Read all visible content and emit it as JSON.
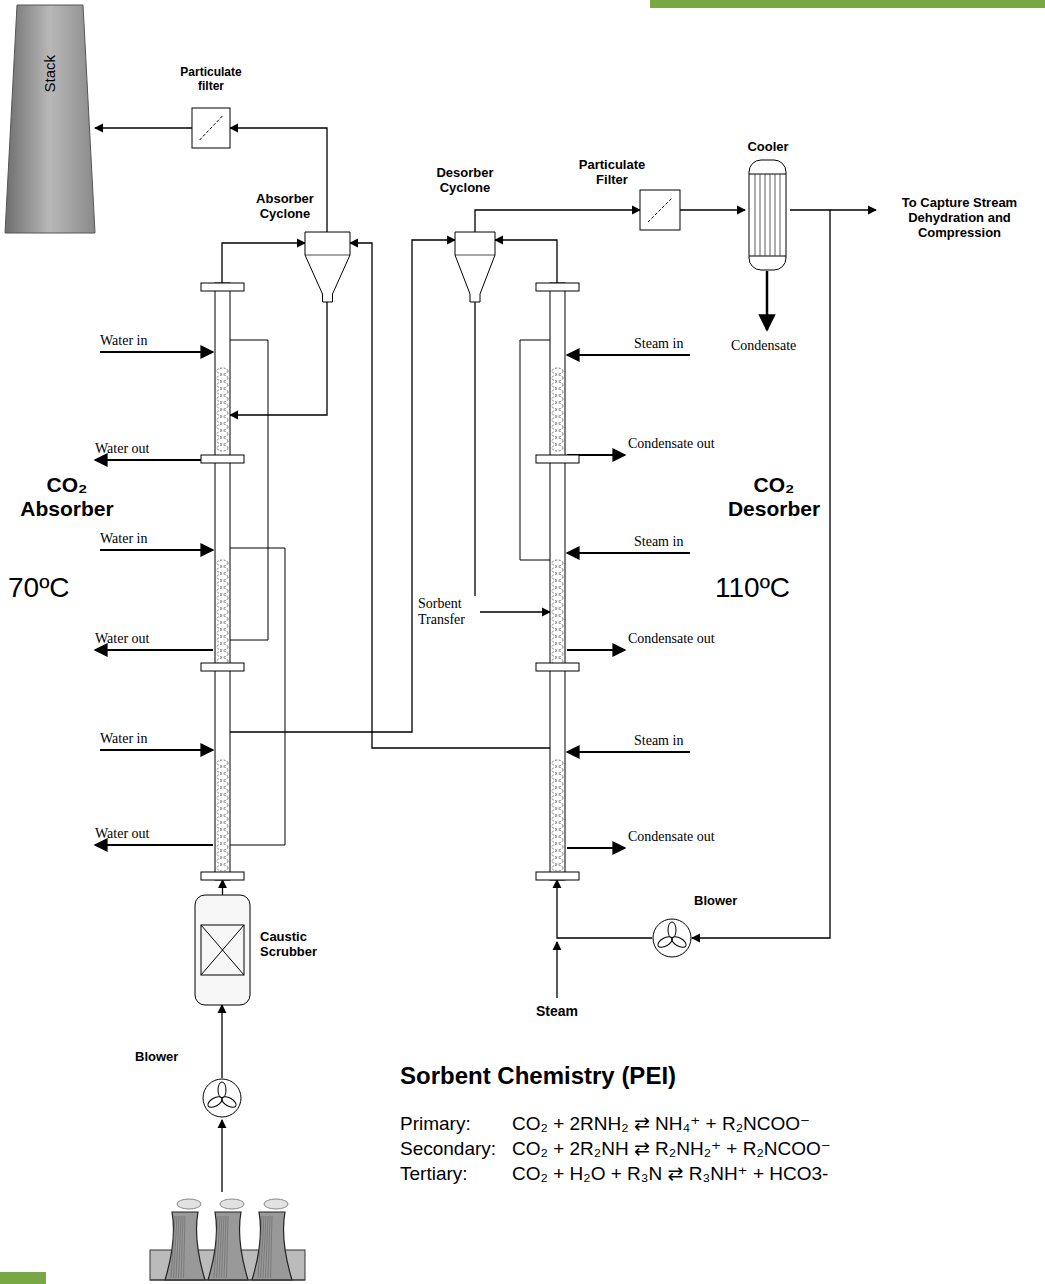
{
  "diagram": {
    "nodes": [
      {
        "text": [
          "Stack"
        ]
      },
      {
        "text": [
          "Particulate filter"
        ]
      },
      {
        "text": [
          "Absorber Cyclone"
        ]
      },
      {
        "text": [
          "Desorber Cyclone"
        ]
      },
      {
        "text": [
          "Particulate Filter"
        ]
      },
      {
        "text": [
          "Cooler"
        ]
      },
      {
        "text": [
          "CO₂ Absorber",
          "70ºC"
        ]
      },
      {
        "text": [
          "CO₂ Desorber",
          "110ºC"
        ]
      },
      {
        "text": [
          "Caustic Scrubber"
        ]
      },
      {
        "text": [
          "Blower"
        ]
      },
      {
        "text": [
          "Blower"
        ]
      }
    ],
    "edges": [
      {
        "from": 9,
        "to": 8,
        "arrow": "to"
      },
      {
        "from": 8,
        "to": 6,
        "arrow": "to"
      },
      {
        "from": 6,
        "to": 2,
        "arrow": "to"
      },
      {
        "from": 2,
        "to": 1,
        "arrow": "to"
      },
      {
        "from": 1,
        "to": 0,
        "arrow": "to"
      },
      {
        "from": 2,
        "to": 6,
        "arrow": "to"
      },
      {
        "from": 6,
        "to": 3,
        "label": "Sorbent Transfer",
        "arrow": "to"
      },
      {
        "from": 7,
        "to": 2,
        "arrow": "to"
      },
      {
        "from": 7,
        "to": 3,
        "arrow": "to"
      },
      {
        "from": 3,
        "to": 7,
        "arrow": "to"
      },
      {
        "from": 3,
        "to": 4,
        "arrow": "to"
      },
      {
        "from": 4,
        "to": 5,
        "arrow": "to"
      },
      {
        "from": 5,
        "to": 10,
        "arrow": "to"
      },
      {
        "from": 10,
        "to": 7,
        "arrow": "to"
      }
    ],
    "labels": [
      "Water in",
      "Water out",
      "Water in",
      "Water out",
      "Water in",
      "Water out",
      "Steam in",
      "Condensate out",
      "Steam in",
      "Condensate out",
      "Steam in",
      "Condensate out",
      "Condensate",
      "To Capture Stream Dehydration and Compression",
      "Steam",
      "Sorbent Chemistry (PEI)",
      "Primary:",
      "CO₂ + 2RNH₂ ⇄ NH₄⁺ + R₂NCOO⁻",
      "Secondary:",
      "CO₂ + 2R₂NH ⇄ R₂NH₂⁺ + R₂NCOO⁻",
      "Tertiary:",
      "CO₂ + H₂O + R₃N ⇄ R₃NH⁺ + HCO3-"
    ]
  }
}
